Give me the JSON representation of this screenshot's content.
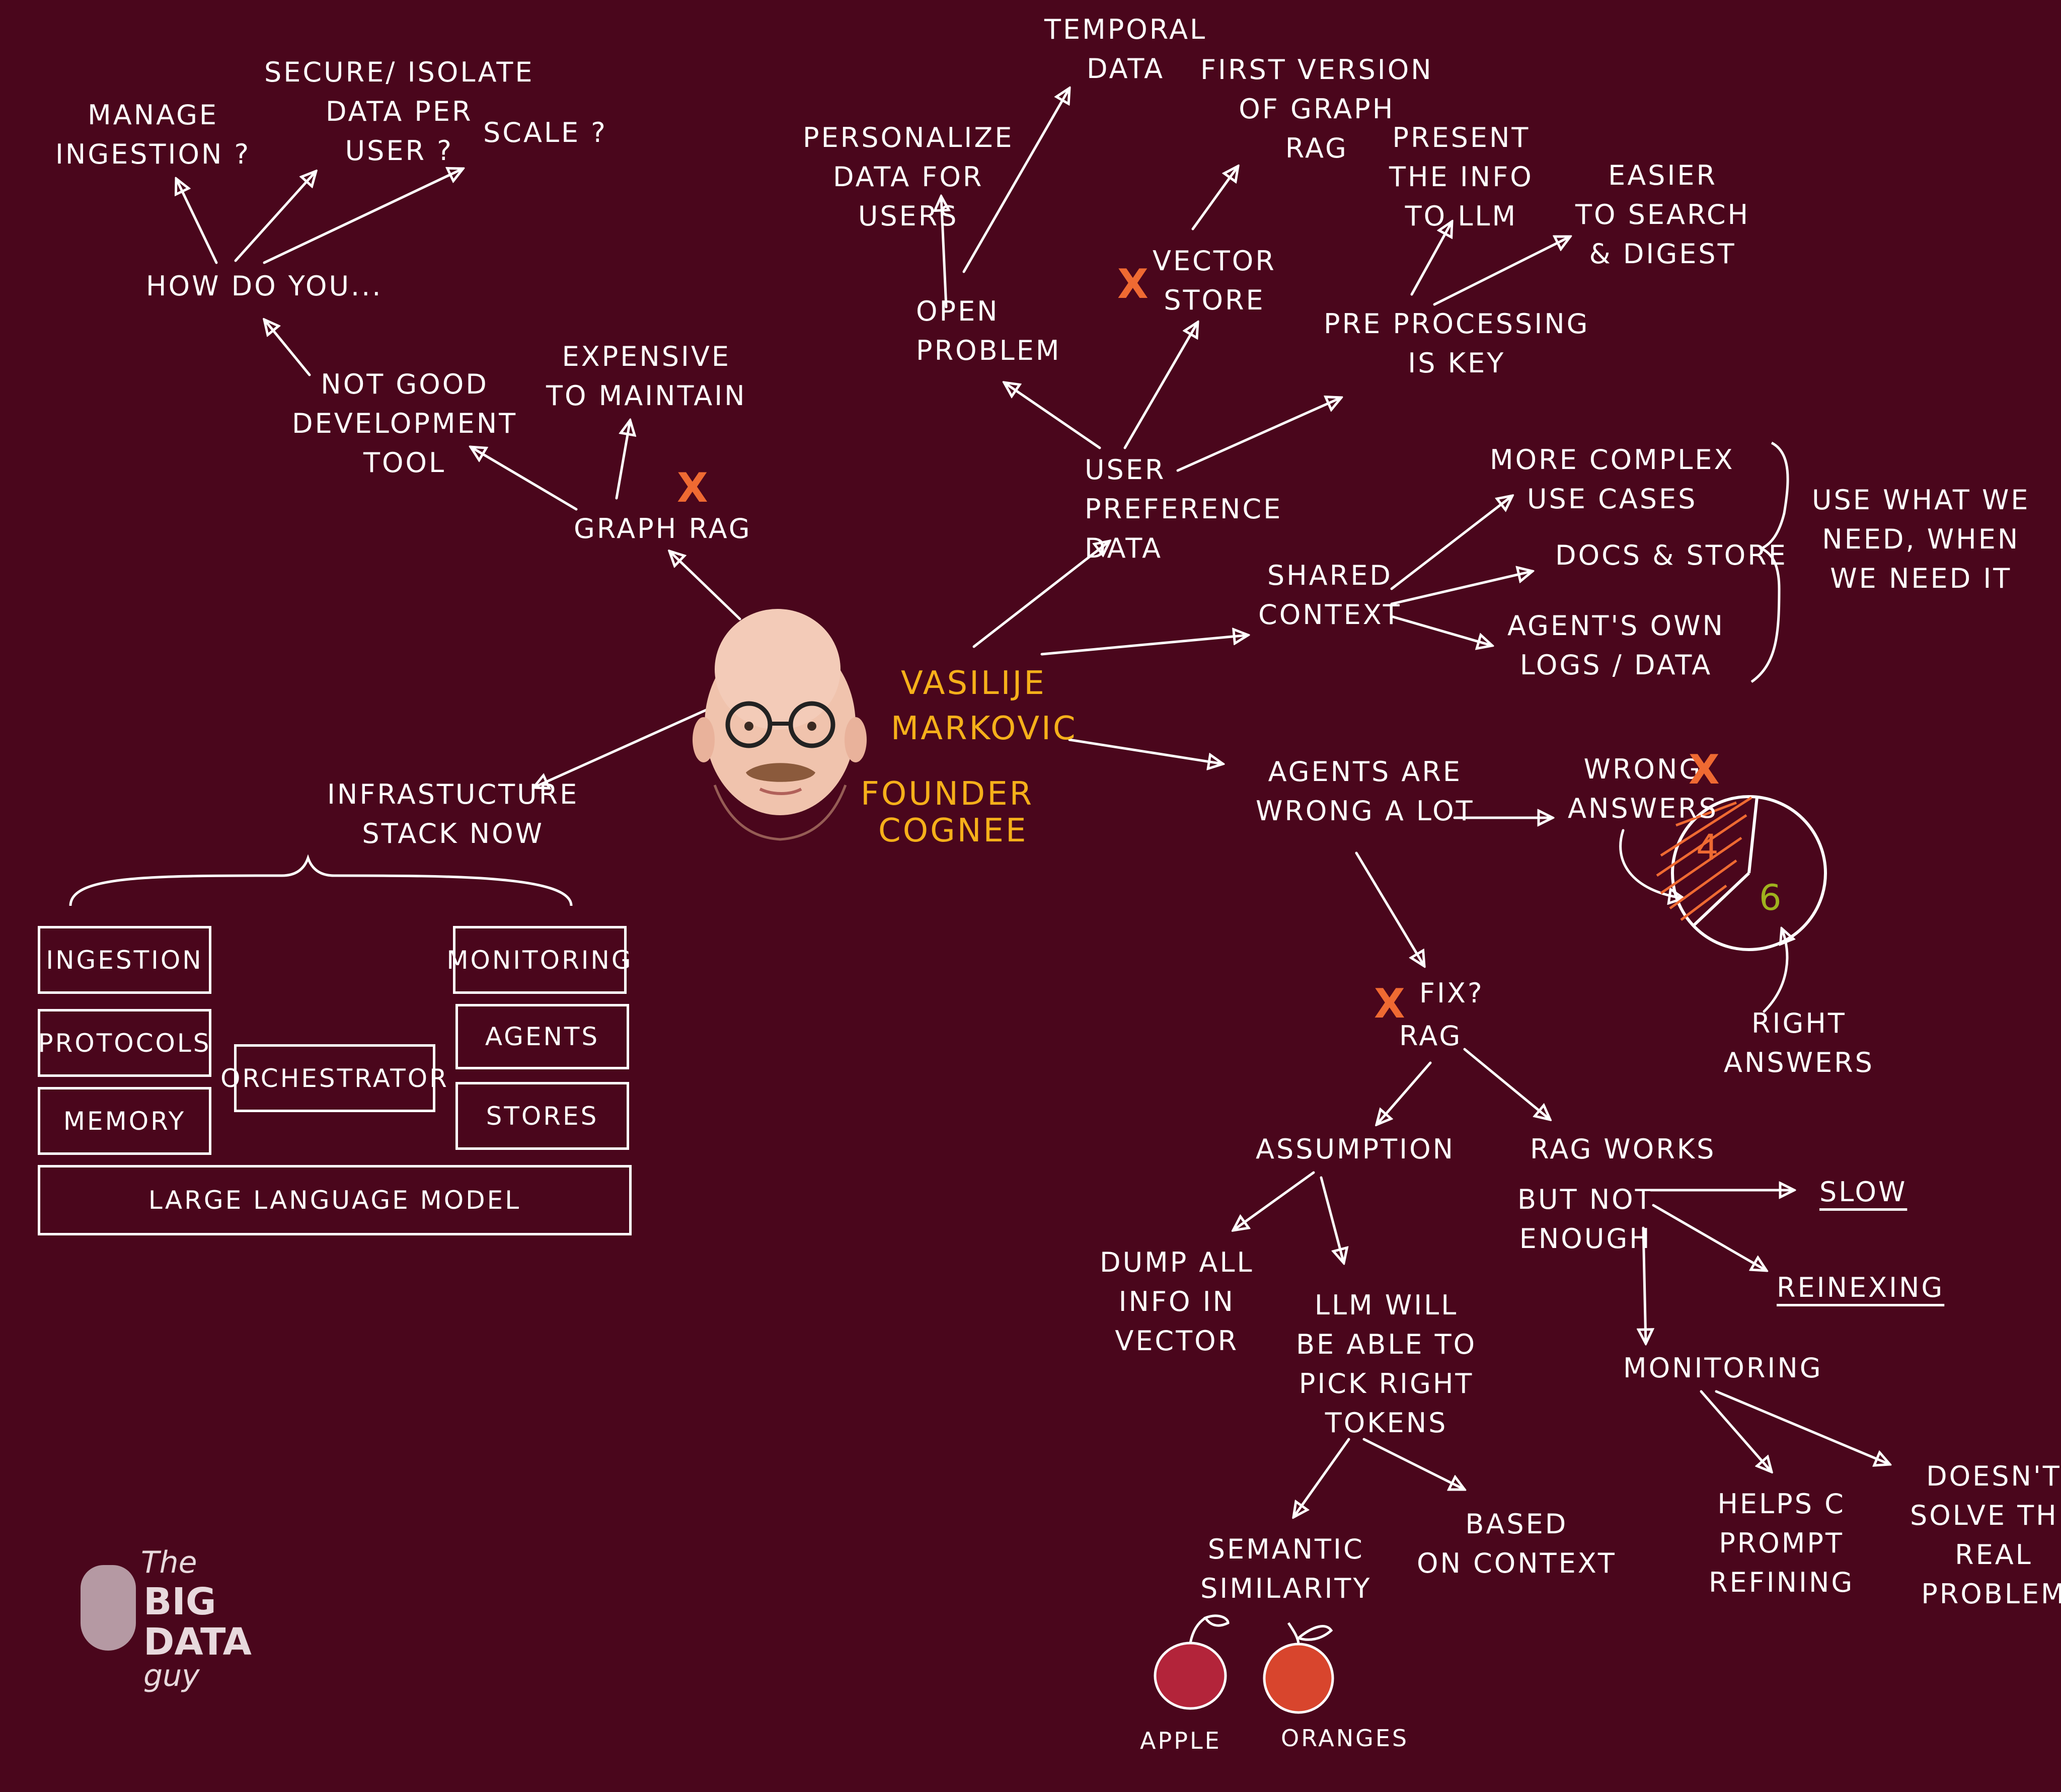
{
  "person": {
    "first_name": "VASILIJE",
    "last_name": "MARKOVIC",
    "role": "FOUNDER",
    "company": "COGNEE"
  },
  "graph_rag": {
    "label": "GRAPH RAG",
    "expensive": "EXPENSIVE\nTO MAINTAIN",
    "not_good": "NOT GOOD\nDEVELOPMENT\nTOOL",
    "how_do_you": "HOW DO YOU...",
    "manage": "MANAGE\nINGESTION ?",
    "secure": "SECURE/ ISOLATE\nDATA PER\nUSER ?",
    "scale": "SCALE ?"
  },
  "user_pref": {
    "label": "USER\nPREFERENCE\nDATA",
    "open_problem": "OPEN\nPROBLEM",
    "personalize": "PERSONALIZE\nDATA FOR\nUSERS",
    "temporal": "TEMPORAL\nDATA",
    "vector_store": "VECTOR\nSTORE",
    "first_version": "FIRST VERSION\nOF GRAPH\nRAG",
    "preprocessing": "PRE PROCESSING\nIS KEY",
    "present": "PRESENT\nTHE INFO\nTO LLM",
    "easier": "EASIER\nTO SEARCH\n& DIGEST"
  },
  "shared": {
    "label": "SHARED\nCONTEXT",
    "complex": "MORE COMPLEX\nUSE CASES",
    "docs": "DOCS & STORE",
    "logs": "AGENT'S OWN\nLOGS / DATA",
    "use_what": "USE WHAT WE\nNEED, WHEN\nWE NEED IT"
  },
  "agents": {
    "label": "AGENTS ARE\nWRONG A LOT",
    "wrong": "WRONG\nANSWERS",
    "right": "RIGHT\nANSWERS",
    "wrong_count": "4",
    "right_count": "6"
  },
  "rag": {
    "fix": "FIX?",
    "label": "RAG",
    "assumption": "ASSUMPTION",
    "dump": "DUMP ALL\nINFO IN\nVECTOR",
    "llm_will": "LLM WILL\nBE ABLE TO\nPICK RIGHT\nTOKENS",
    "semantic": "SEMANTIC\nSIMILARITY",
    "based": "BASED\nON CONTEXT",
    "apple": "APPLE",
    "oranges": "ORANGES",
    "works": "RAG WORKS",
    "not_enough": "BUT NOT\nENOUGH",
    "slow": "SLOW",
    "reindexing": "REINEXING",
    "monitoring": "MONITORING",
    "helps": "HELPS C\nPROMPT\nREFINING",
    "doesnt": "DOESN'T\nSOLVE THE\nREAL\nPROBLEM"
  },
  "infra": {
    "label": "INFRASTUCTURE\nSTACK NOW",
    "ingestion": "INGESTION",
    "protocols": "PROTOCOLS",
    "memory": "MEMORY",
    "orchestrator": "ORCHESTRATOR",
    "monitoring": "MONITORING",
    "agents": "AGENTS",
    "stores": "STORES",
    "llm": "LARGE   LANGUAGE   MODEL"
  },
  "x_mark": "X",
  "brand": {
    "the": "The",
    "big": "BIG",
    "data": "DATA",
    "guy": "guy"
  },
  "colors": {
    "background": "#4a061c",
    "ink": "#ffffff",
    "accent": "#f6b01a",
    "cross": "#ef6a32"
  }
}
